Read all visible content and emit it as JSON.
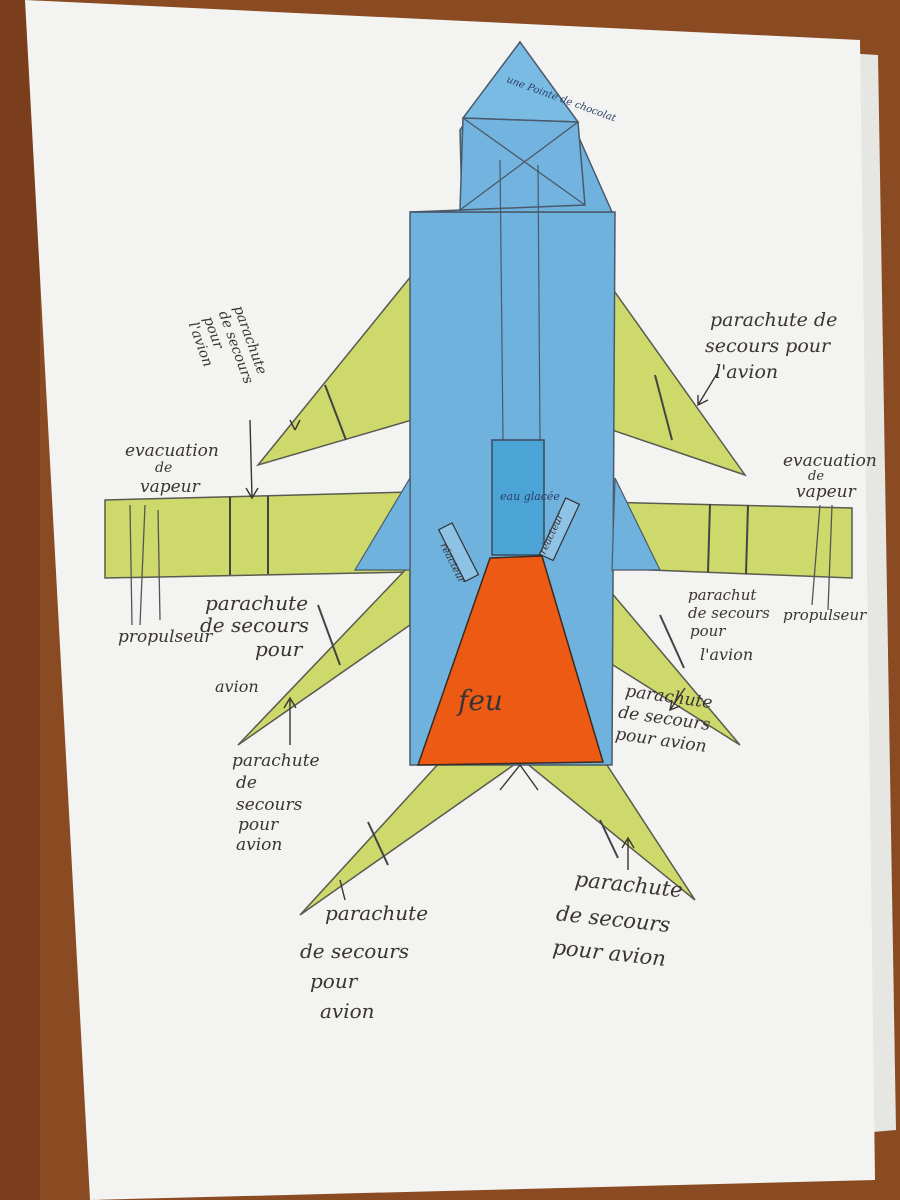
{
  "drawing": {
    "colors": {
      "table_wood": "#8a4a22",
      "paper": "#f3f3f1",
      "rocket_body": "#6fb2de",
      "wings": "#cdd96a",
      "fire": "#ec5a14",
      "pencil": "#3a3434"
    },
    "labels": {
      "nose": "une Pointe de chocolat",
      "rear_water": "eau glacée",
      "reactor_left": "réacteur",
      "reactor_right": "réacteur",
      "fire": "feu",
      "parachute_top_left": [
        "parachute",
        "de secours",
        "pour",
        "l'avion"
      ],
      "parachute_top_right": [
        "parachute de",
        "secours pour",
        "l'avion"
      ],
      "evacuation_left": [
        "evacuation",
        "de",
        "vapeur"
      ],
      "evacuation_right": [
        "evacuation",
        "de",
        "vapeur"
      ],
      "propulseur_left": "propulseur",
      "propulseur_right": "propulseur",
      "parachute_mid_left": [
        "parachute",
        "de secours",
        "pour",
        "avion"
      ],
      "parachute_mid_right": [
        "parachut",
        "de secours",
        "pour",
        "l'avion"
      ],
      "parachute_low_left": [
        "parachute",
        "de",
        "secours",
        "pour",
        "avion"
      ],
      "parachute_low_right": [
        "parachute",
        "de secours",
        "pour avion"
      ],
      "parachute_bottom_left": [
        "parachute",
        "de secours",
        "pour",
        "avion"
      ],
      "parachute_bottom_right": [
        "parachute",
        "de secours",
        "pour avion"
      ]
    }
  }
}
